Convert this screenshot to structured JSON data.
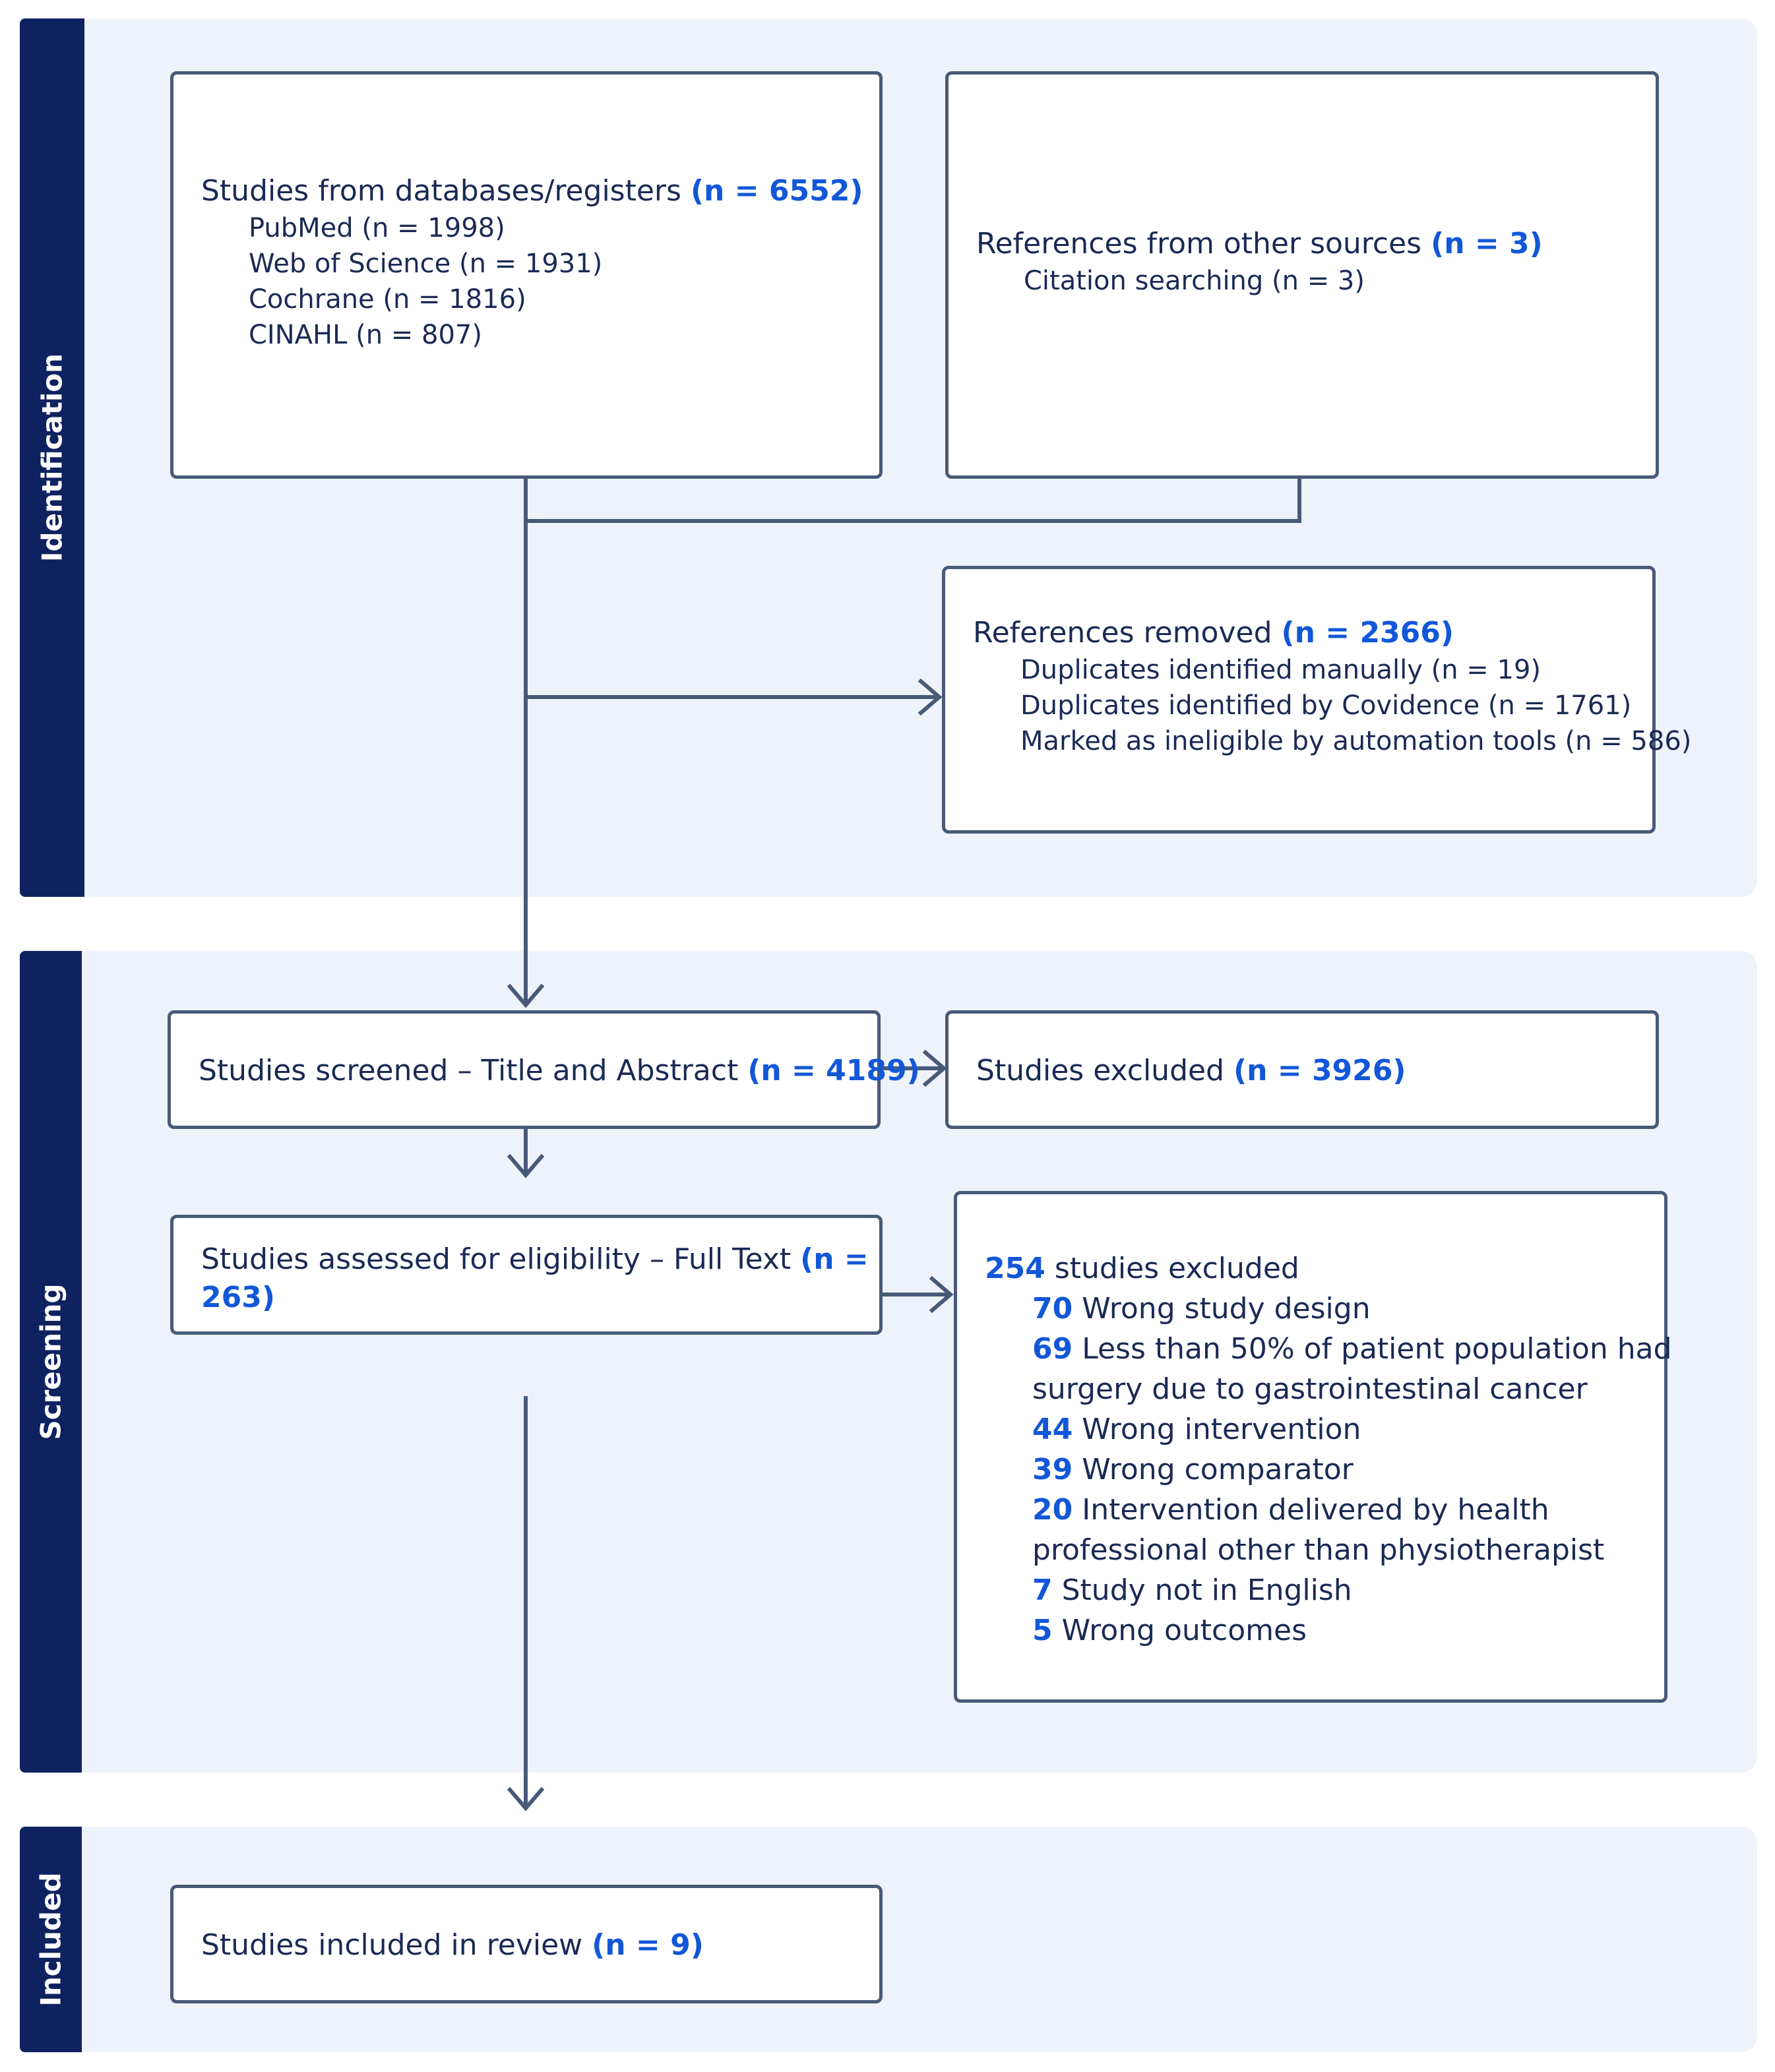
{
  "stages": {
    "identification": "Identification",
    "screening": "Screening",
    "included": "Included"
  },
  "db_box": {
    "title": "Studies from databases/registers",
    "count": "(n = 6552)",
    "items": [
      "PubMed (n = 1998)",
      "Web of Science (n = 1931)",
      "Cochrane (n = 1816)",
      "CINAHL (n = 807)"
    ]
  },
  "other_box": {
    "title": "References from other sources",
    "count": "(n = 3)",
    "items": [
      "Citation searching (n = 3)"
    ]
  },
  "removed_box": {
    "title": "References removed",
    "count": "(n = 2366)",
    "items": [
      "Duplicates identified manually (n = 19)",
      "Duplicates identified by Covidence (n = 1761)",
      "Marked as ineligible by automation tools (n = 586)"
    ]
  },
  "screened_box": {
    "title": "Studies screened – Title and Abstract",
    "count": "(n = 4189)"
  },
  "excluded_box": {
    "title": "Studies excluded",
    "count": "(n = 3926)"
  },
  "eligibility_box": {
    "title": "Studies assessed for eligibility – Full Text",
    "count_a": "(n =",
    "count_b": "263)"
  },
  "fulltext_excluded": {
    "count": "254",
    "title": "studies excluded",
    "reasons": [
      {
        "n": "70",
        "text": "Wrong study design"
      },
      {
        "n": "69",
        "text": "Less than 50% of patient population had",
        "text2": "surgery due to gastrointestinal cancer"
      },
      {
        "n": "44",
        "text": "Wrong intervention"
      },
      {
        "n": "39",
        "text": "Wrong comparator"
      },
      {
        "n": "20",
        "text": "Intervention delivered by health",
        "text2": "professional other than physiotherapist"
      },
      {
        "n": "7",
        "text": "Study not in English"
      },
      {
        "n": "5",
        "text": "Wrong outcomes"
      }
    ]
  },
  "included_box": {
    "title": "Studies included in review",
    "count": "(n = 9)"
  }
}
